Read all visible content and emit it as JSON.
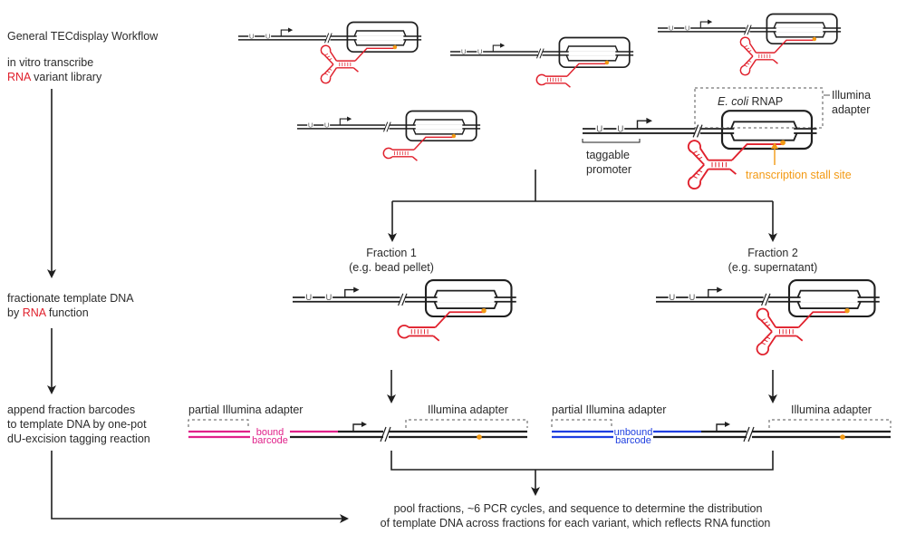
{
  "title": "General TECdisplay Workflow",
  "colors": {
    "dna": "#1f1f1f",
    "rna": "#e0202c",
    "stall": "#f39a14",
    "bound": "#e0218a",
    "unbound": "#1f3fe0",
    "text": "#2b2b2b",
    "dashed": "#555555"
  },
  "steps": [
    {
      "pre": "in vitro transcribe",
      "line2_highlight": "RNA",
      "line2_rest": " variant library"
    },
    {
      "pre": "fractionate template DNA",
      "line2_pre": "by ",
      "line2_highlight": "RNA",
      "line2_rest": " function"
    },
    {
      "lines": [
        "append fraction barcodes",
        "to template DNA by one-pot",
        "dU-excision tagging reaction"
      ]
    }
  ],
  "construct_labels": {
    "rnap": "E. coli",
    "rnap_rest": " RNAP",
    "illumina_adapter_line1": "Illumina",
    "illumina_adapter_line2": "adapter",
    "taggable_line1": "taggable",
    "taggable_line2": "promoter",
    "stall_site": "transcription stall site",
    "uracil": "U"
  },
  "fractions": [
    {
      "name": "Fraction 1",
      "example": "(e.g. bead pellet)",
      "barcode_line1": "bound",
      "barcode_line2": "barcode",
      "barcode_color_key": "bound"
    },
    {
      "name": "Fraction 2",
      "example": "(e.g. supernatant)",
      "barcode_line1": "unbound",
      "barcode_line2": "barcode",
      "barcode_color_key": "unbound"
    }
  ],
  "tagging_labels": {
    "partial_adapter": "partial Illumina adapter",
    "adapter": "Illumina adapter"
  },
  "final_step": {
    "line1": "pool fractions, ~6 PCR cycles, and sequence to determine the distribution",
    "line2": "of template DNA across fractions for each variant, which reflects RNA function"
  }
}
